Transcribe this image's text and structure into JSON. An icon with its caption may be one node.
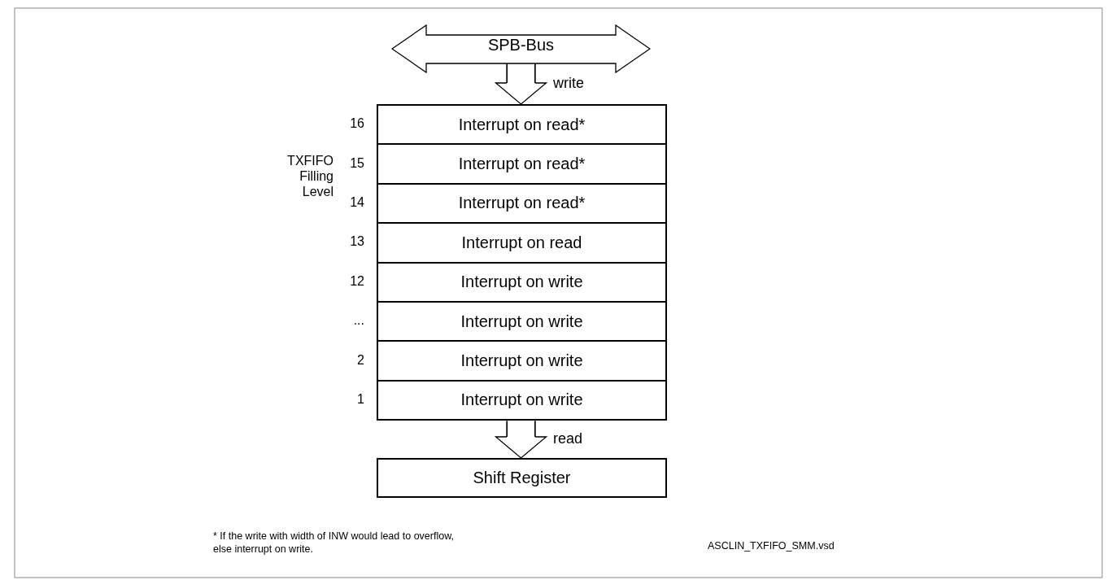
{
  "diagram": {
    "nodes": [
      {
        "text": [
          "SPB-Bus"
        ]
      },
      {
        "text": [
          "Interrupt on read*"
        ],
        "beside": [
          "16"
        ]
      },
      {
        "text": [
          "Interrupt on read*"
        ],
        "beside": [
          "15"
        ]
      },
      {
        "text": [
          "Interrupt on read*"
        ],
        "beside": [
          "14"
        ]
      },
      {
        "text": [
          "Interrupt on read"
        ],
        "beside": [
          "13"
        ]
      },
      {
        "text": [
          "Interrupt on write"
        ],
        "beside": [
          "12"
        ]
      },
      {
        "text": [
          "Interrupt on write"
        ],
        "beside": [
          "..."
        ]
      },
      {
        "text": [
          "Interrupt on write"
        ],
        "beside": [
          "2"
        ]
      },
      {
        "text": [
          "Interrupt on write"
        ],
        "beside": [
          "1"
        ]
      },
      {
        "text": [
          "Shift Register"
        ]
      }
    ],
    "edges": [
      {
        "from": 0,
        "to": 1,
        "arrow": "to",
        "label": "write"
      },
      {
        "from": 8,
        "to": 9,
        "arrow": "to",
        "label": "read"
      }
    ],
    "labels": [
      "TXFIFO Filling Level",
      "* If the write with width of INW would lead to overflow, else interrupt on write.",
      "ASCLIN_TXFIFO_SMM.vsd"
    ]
  }
}
